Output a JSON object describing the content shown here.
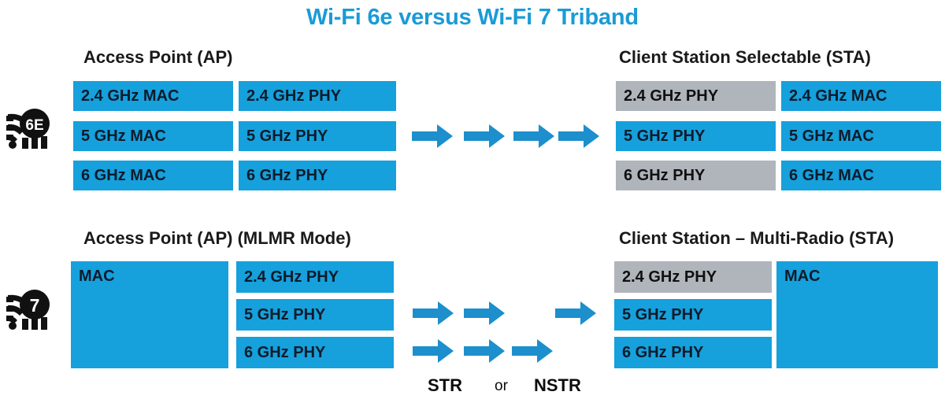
{
  "title": "Wi-Fi 6e versus Wi-Fi 7 Triband",
  "colors": {
    "accent_blue": "#16a0dc",
    "title_blue": "#1a9bd7",
    "inactive_gray": "#b0b5bc",
    "text_dark": "#0d1b2a",
    "background": "#ffffff"
  },
  "sections": {
    "wifi6e": {
      "badge_label": "6E",
      "badge_icon": "wifi-6e-logo-icon",
      "left_header": "Access Point (AP)",
      "right_header": "Client Station Selectable (STA)",
      "ap_mac_boxes": [
        {
          "label": "2.4 GHz MAC",
          "state": "active"
        },
        {
          "label": "5 GHz MAC",
          "state": "active"
        },
        {
          "label": "6 GHz MAC",
          "state": "active"
        }
      ],
      "ap_phy_boxes": [
        {
          "label": "2.4 GHz PHY",
          "state": "active"
        },
        {
          "label": "5 GHz PHY",
          "state": "active"
        },
        {
          "label": "6 GHz PHY",
          "state": "active"
        }
      ],
      "sta_phy_boxes": [
        {
          "label": "2.4 GHz PHY",
          "state": "inactive"
        },
        {
          "label": "5 GHz PHY",
          "state": "active"
        },
        {
          "label": "6 GHz PHY",
          "state": "inactive"
        }
      ],
      "sta_mac_boxes": [
        {
          "label": "2.4 GHz MAC",
          "state": "active"
        },
        {
          "label": "5 GHz MAC",
          "state": "active"
        },
        {
          "label": "6 GHz MAC",
          "state": "active"
        }
      ],
      "link_arrow_count": 4
    },
    "wifi7": {
      "badge_label": "7",
      "badge_icon": "wifi-7-logo-icon",
      "left_header": "Access Point (AP) (MLMR Mode)",
      "right_header": "Client Station – Multi-Radio (STA)",
      "ap_mac_label": "MAC",
      "ap_phy_boxes": [
        {
          "label": "2.4 GHz PHY",
          "state": "active"
        },
        {
          "label": "5 GHz PHY",
          "state": "active"
        },
        {
          "label": "6 GHz PHY",
          "state": "active"
        }
      ],
      "sta_phy_boxes": [
        {
          "label": "2.4 GHz PHY",
          "state": "inactive"
        },
        {
          "label": "5 GHz PHY",
          "state": "active"
        },
        {
          "label": "6 GHz PHY",
          "state": "active"
        }
      ],
      "sta_mac_label": "MAC",
      "str_row_arrow_count": 3,
      "nstr_row_arrow_count": 3,
      "mode_labels": {
        "str": "STR",
        "conjunction": "or",
        "nstr": "NSTR"
      }
    }
  }
}
